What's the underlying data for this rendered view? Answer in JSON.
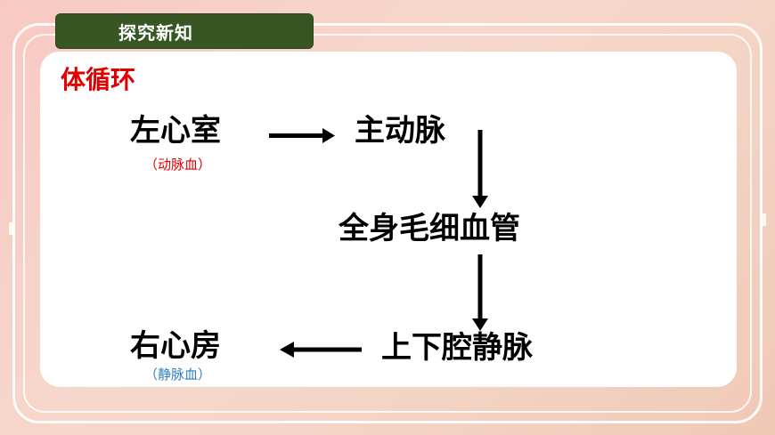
{
  "header": {
    "title": "探究新知"
  },
  "section": {
    "title": "体循环"
  },
  "nodes": {
    "left_ventricle": "左心室",
    "left_ventricle_note": "（动脉血）",
    "aorta": "主动脉",
    "capillaries": "全身毛细血管",
    "venae_cavae": "上下腔静脉",
    "right_atrium": "右心房",
    "right_atrium_note": "（静脉血）"
  },
  "colors": {
    "header_bg": "#375623",
    "section_title": "#e00000",
    "arterial_note": "#e00000",
    "venous_note": "#2f7fc1",
    "arrow": "#000000"
  }
}
